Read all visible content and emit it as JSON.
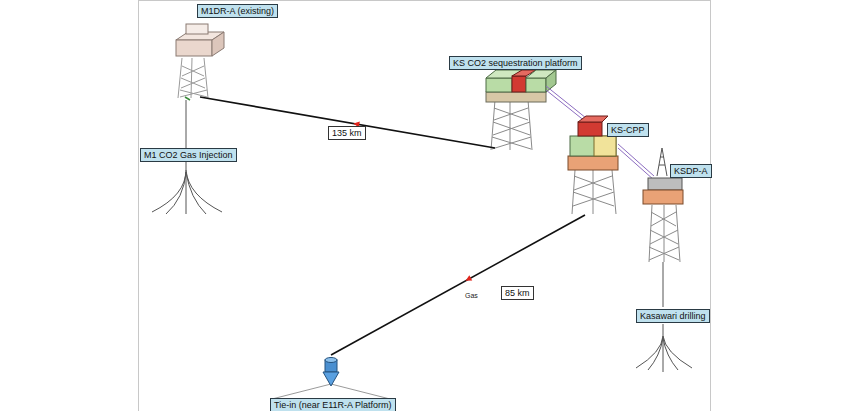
{
  "diagram": {
    "nodes": [
      {
        "text": [
          "M1DR-A (existing)"
        ]
      },
      {
        "text": [
          "KS CO2 sequestration platform"
        ]
      },
      {
        "text": [
          "KS-CPP"
        ]
      },
      {
        "text": [
          "KSDP-A"
        ]
      },
      {
        "text": [
          "M1 CO2 Gas Injection"
        ]
      },
      {
        "text": [
          "Kasawari drilling"
        ]
      },
      {
        "text": [
          "Tie-in (near E11R-A Platform)"
        ]
      }
    ],
    "edges": [
      {
        "from": 1,
        "to": 0,
        "arrow": "to",
        "label": "135 km"
      },
      {
        "from": 2,
        "to": 6,
        "arrow": "to",
        "label": "85 km"
      }
    ],
    "labels": [
      "Gas"
    ]
  }
}
